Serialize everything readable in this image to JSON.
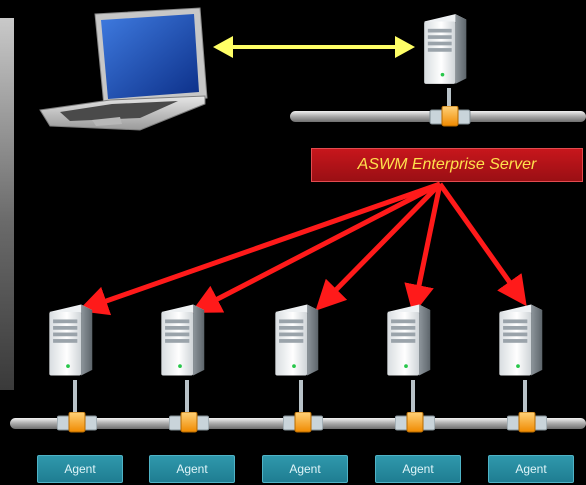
{
  "server": {
    "label": "ASWM Enterprise Server"
  },
  "agents": [
    {
      "label": "Agent"
    },
    {
      "label": "Agent"
    },
    {
      "label": "Agent"
    },
    {
      "label": "Agent"
    },
    {
      "label": "Agent"
    }
  ],
  "colors": {
    "arrow_red": "#ff1a1a",
    "link_yellow": "#ffff66",
    "label_bg": "#b81218",
    "label_text": "#ffe14d",
    "agent_bg": "#2a8ea3"
  },
  "icons": {
    "client": "laptop-icon",
    "server": "server-tower-icon",
    "network": "network-bus-icon",
    "node": "network-port-icon"
  }
}
